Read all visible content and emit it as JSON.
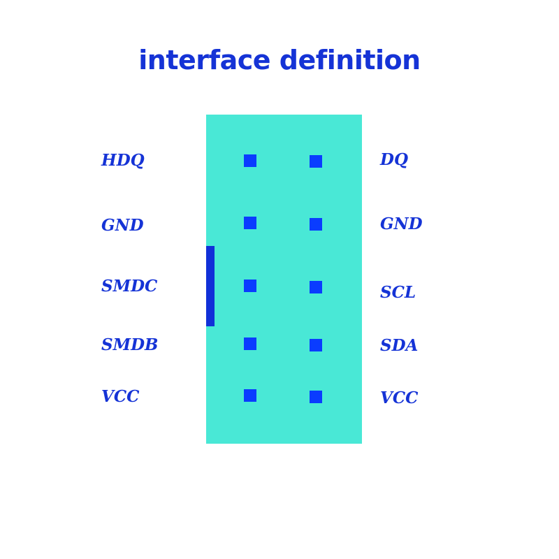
{
  "title": "interface definition",
  "colors": {
    "text": "#1533d6",
    "pin": "#0a3cff",
    "connector_body": "#49e8d6",
    "key_bar": "#1130d8"
  },
  "left_pins": [
    {
      "label": "HDQ"
    },
    {
      "label": "GND"
    },
    {
      "label": "SMDC"
    },
    {
      "label": "SMDB"
    },
    {
      "label": "VCC"
    }
  ],
  "right_pins": [
    {
      "label": "DQ"
    },
    {
      "label": "GND"
    },
    {
      "label": "SCL"
    },
    {
      "label": "SDA"
    },
    {
      "label": "VCC"
    }
  ]
}
